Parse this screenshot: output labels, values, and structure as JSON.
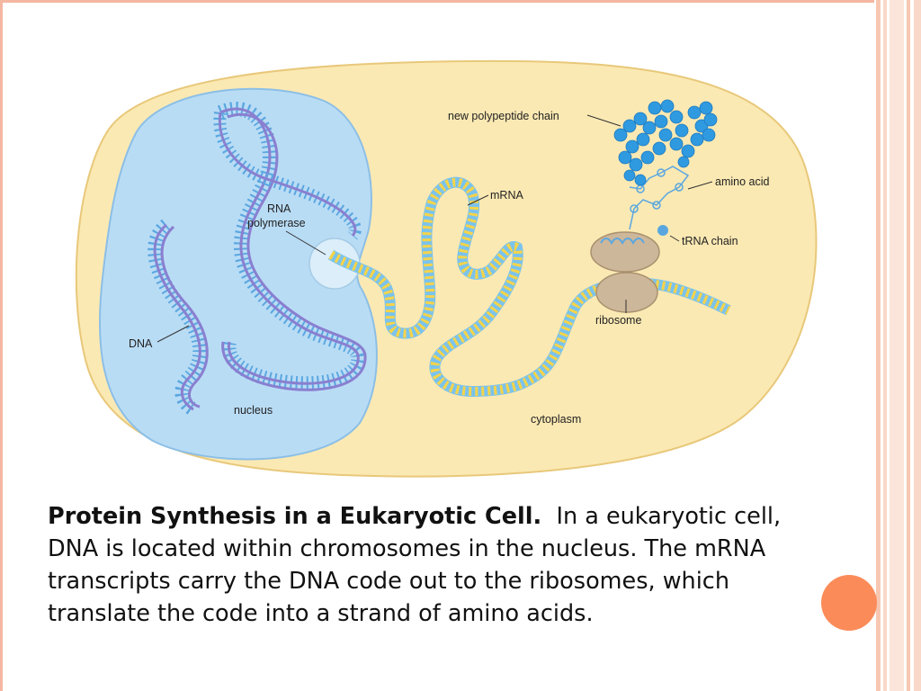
{
  "diagram": {
    "labels": {
      "new_polypeptide_chain": "new polypeptide chain",
      "amino_acid": "amino acid",
      "trna_chain": "tRNA chain",
      "ribosome": "ribosome",
      "mrna": "mRNA",
      "rna_polymerase_line1": "RNA",
      "rna_polymerase_line2": "polymerase",
      "dna": "DNA",
      "nucleus": "nucleus",
      "cytoplasm": "cytoplasm"
    },
    "colors": {
      "cytoplasm_fill": "#fbe9b3",
      "nucleus_fill": "#b9dcf5",
      "dna_strand": "#8a7fd0",
      "dna_rungs": "#5aa7e0",
      "mrna_strand": "#7bc3ec",
      "mrna_bases": "#f5d44a",
      "polypeptide": "#2f9ae0",
      "ribosome": "#cdb79a"
    }
  },
  "caption": {
    "title": "Protein Synthesis in a Eukaryotic Cell.",
    "body": "In a eukaryotic cell, DNA is located within chromosomes in the nucleus. The mRNA transcripts carry the DNA code out to the ribosomes, which translate the code into a strand of amino acids."
  }
}
